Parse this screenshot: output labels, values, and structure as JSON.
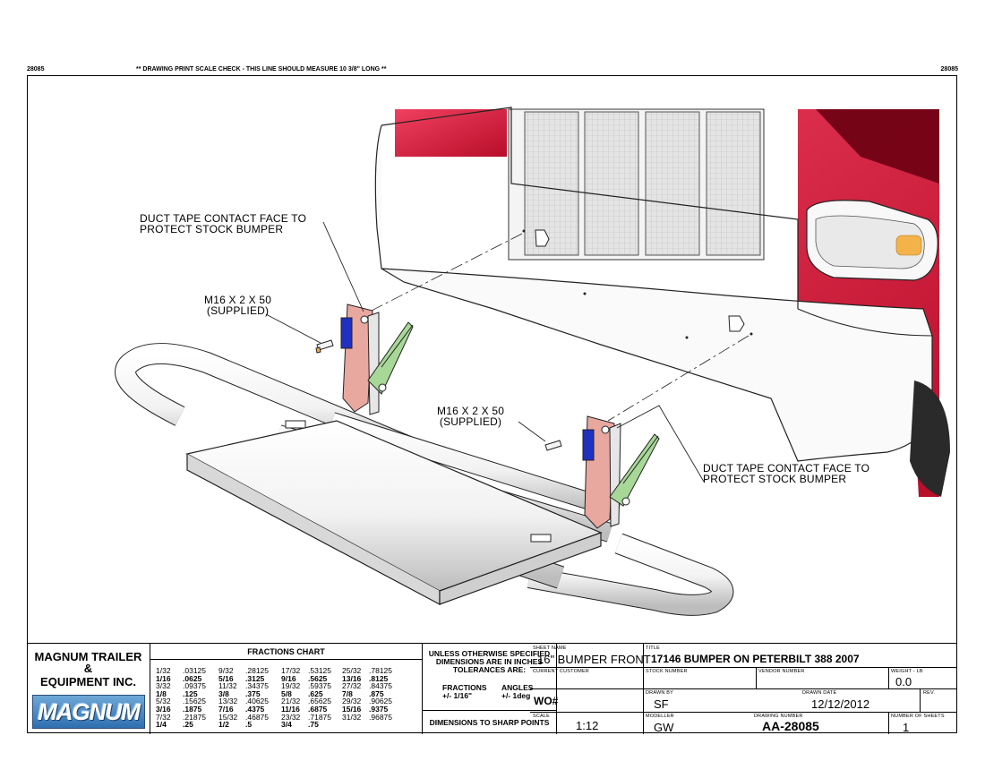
{
  "header": {
    "left_code": "28085",
    "scale_check": "** DRAWING PRINT SCALE CHECK - THIS LINE SHOULD MEASURE 10 3/8\" LONG **",
    "right_code": "28085"
  },
  "callouts": {
    "duct_tape_1": [
      "DUCT TAPE CONTACT FACE TO",
      "PROTECT STOCK BUMPER"
    ],
    "bolt_1": [
      "M16 X 2 X 50",
      "(SUPPLIED)"
    ],
    "bolt_2": [
      "M16 X 2 X 50",
      "(SUPPLIED)"
    ],
    "duct_tape_2": [
      "DUCT TAPE CONTACT FACE TO",
      "PROTECT STOCK BUMPER"
    ]
  },
  "title_block": {
    "company": [
      "MAGNUM TRAILER",
      "&",
      "EQUIPMENT INC."
    ],
    "logo_text": "MAGNUM",
    "fractions_title": "FRACTIONS CHART",
    "fractions": [
      [
        [
          "1/32",
          ".03125",
          false
        ],
        [
          "1/16",
          ".0625",
          true
        ],
        [
          "3/32",
          ".09375",
          false
        ],
        [
          "1/8",
          ".125",
          true
        ],
        [
          "5/32",
          ".15625",
          false
        ],
        [
          "3/16",
          ".1875",
          true
        ],
        [
          "7/32",
          ".21875",
          false
        ],
        [
          "1/4",
          ".25",
          true
        ]
      ],
      [
        [
          "9/32",
          ".28125",
          false
        ],
        [
          "5/16",
          ".3125",
          true
        ],
        [
          "11/32",
          ".34375",
          false
        ],
        [
          "3/8",
          ".375",
          true
        ],
        [
          "13/32",
          ".40625",
          false
        ],
        [
          "7/16",
          ".4375",
          true
        ],
        [
          "15/32",
          ".46875",
          false
        ],
        [
          "1/2",
          ".5",
          true
        ]
      ],
      [
        [
          "17/32",
          ".53125",
          false
        ],
        [
          "9/16",
          ".5625",
          true
        ],
        [
          "19/32",
          ".59375",
          false
        ],
        [
          "5/8",
          ".625",
          true
        ],
        [
          "21/32",
          ".65625",
          false
        ],
        [
          "11/16",
          ".6875",
          true
        ],
        [
          "23/32",
          ".71875",
          false
        ],
        [
          "3/4",
          ".75",
          true
        ]
      ],
      [
        [
          "25/32",
          ".78125",
          false
        ],
        [
          "13/16",
          ".8125",
          true
        ],
        [
          "27/32",
          ".84375",
          false
        ],
        [
          "7/8",
          ".875",
          true
        ],
        [
          "29/32",
          ".90625",
          false
        ],
        [
          "15/16",
          ".9375",
          true
        ],
        [
          "31/32",
          ".96875",
          false
        ]
      ]
    ],
    "tolerance_lines": [
      "UNLESS OTHERWISE SPECIFIED",
      "DIMENSIONS ARE IN INCHES",
      "TOLERANCES ARE:"
    ],
    "fractions_label": "FRACTIONS",
    "fractions_tol": "+/- 1/16\"",
    "angles_label": "ANGLES",
    "angles_tol": "+/- 1deg",
    "sharp_points": "DIMENSIONS TO SHARP POINTS",
    "sheet_name_label": "SHEET NAME",
    "sheet_name": "16\" BUMPER FRONT",
    "title_label": "TITLE",
    "title": "17146 BUMPER ON PETERBILT 388 2007",
    "current_customer_label": "CURRENT CUSTOMER",
    "stock_number_label": "STOCK NUMBER",
    "vendor_number_label": "VENDOR NUMBER",
    "weight_label": "WEIGHT - LB",
    "weight": "0.0",
    "wo_label": "WO#",
    "drawn_by_label": "DRAWN BY",
    "drawn_by": "SF",
    "drawn_date_label": "DRAWN DATE",
    "drawn_date": "12/12/2012",
    "rev_label": "REV.",
    "scale_label": "SCALE",
    "scale": "1:12",
    "modeller_label": "MODELLER",
    "modeller": "GW",
    "drawing_number_label": "DRAWING NUMBER",
    "drawing_number": "AA-28085",
    "sheets_label": "NUMBER OF SHEETS",
    "sheets": "1"
  },
  "colors": {
    "truck_red": "#e0203a",
    "bracket_pink": "#e8a8a0",
    "bracket_green": "#a8d898",
    "bracket_blue": "#2030c0",
    "amber": "#f4b24a"
  }
}
